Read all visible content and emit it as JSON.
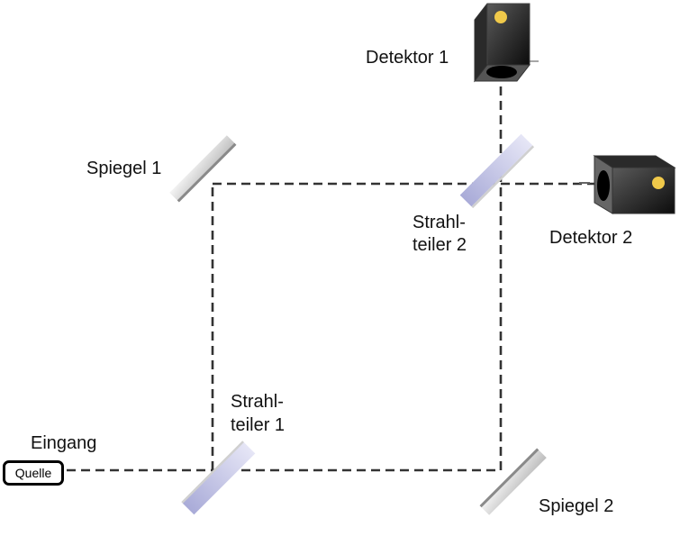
{
  "labels": {
    "detector1": "Detektor 1",
    "detector2": "Detektor 2",
    "mirror1": "Spiegel 1",
    "mirror2": "Spiegel 2",
    "splitter1_line1": "Strahl-",
    "splitter1_line2": "teiler 1",
    "splitter2_line1": "Strahl-",
    "splitter2_line2": "teiler 2",
    "input": "Eingang",
    "source": "Quelle"
  },
  "colors": {
    "beam": "#333333",
    "splitter": "#b4b6e0",
    "mirror": "#d8d8d8",
    "detector_body": "#1a1a1a",
    "detector_led": "#f0c94a"
  }
}
